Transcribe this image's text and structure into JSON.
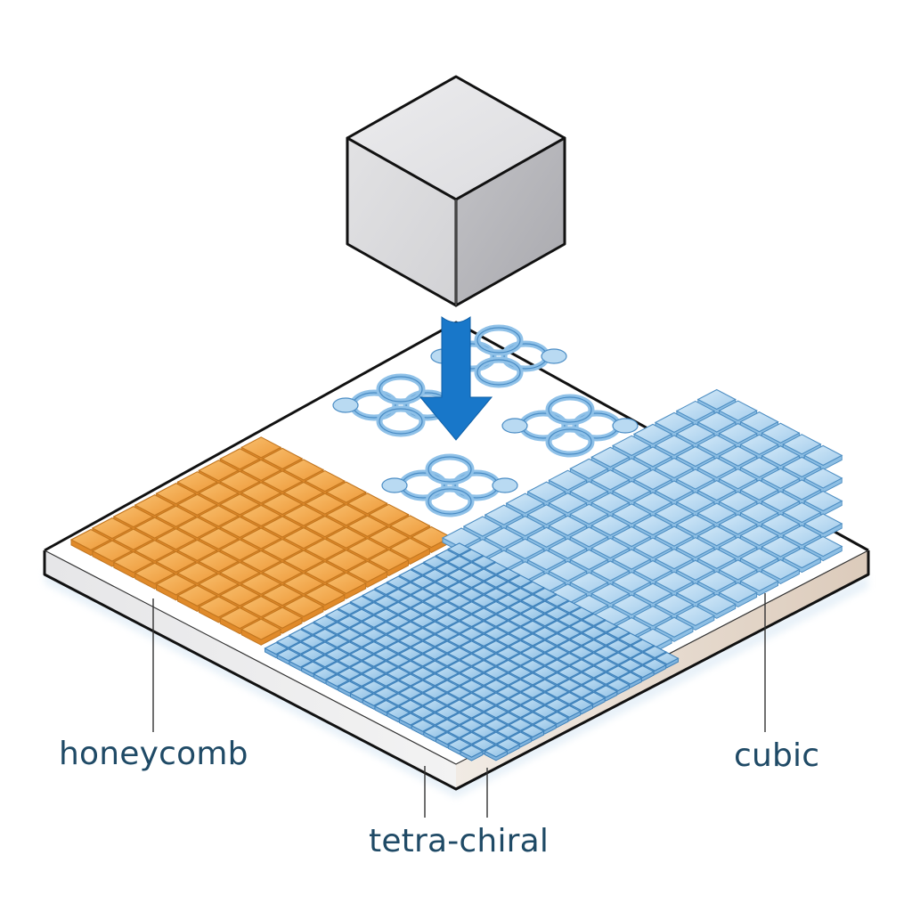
{
  "diagram": {
    "subject": "Isometric illustration of a cube load pressing onto a plate with three lattice regions",
    "load": {
      "shape": "cube",
      "color_top": "#e3e3e5",
      "color_left": "#dadadc",
      "color_right": "#b4b4b8"
    },
    "arrow": {
      "direction": "down",
      "color": "#1877c9"
    },
    "plate": {
      "top_color": "#ffffff",
      "side_left_color": "#ececec",
      "side_right_color": "#e6d9cc",
      "outline_color": "#111111"
    },
    "regions": [
      {
        "id": "honeycomb",
        "label": "honeycomb",
        "color": "#f3a347",
        "edge": "#c77a22"
      },
      {
        "id": "tetra-chiral",
        "label": "tetra-chiral",
        "color": "#a9d2ef",
        "edge": "#4f90c4"
      },
      {
        "id": "cubic",
        "label": "cubic",
        "color": "#bcdcf2",
        "edge": "#4f90c4"
      }
    ],
    "top_pattern": {
      "name": "chiral-ring-lattice",
      "color": "#8fc1e8",
      "edge": "#4a8cc4"
    },
    "label_color": "#1f4a66"
  }
}
